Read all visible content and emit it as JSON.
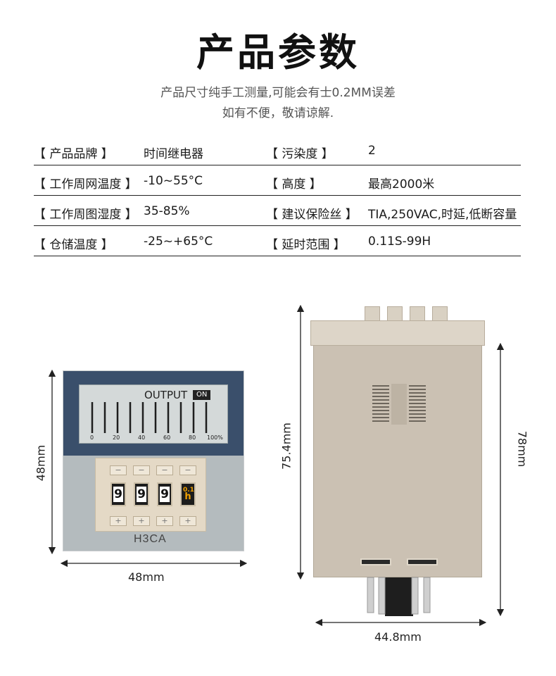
{
  "header": {
    "title": "产品参数",
    "subtitle_line1": "产品尺寸纯手工测量,可能会有士0.2MM误差",
    "subtitle_line2": "如有不便，敬请谅解."
  },
  "specs": [
    {
      "label": "【 产品品牌 】",
      "value": "时间继电器",
      "label2": "【 污染度 】",
      "value2": "2"
    },
    {
      "label": "【 工作周网温度 】",
      "value": "-10~55°C",
      "label2": "【 高度 】",
      "value2": "最高2000米"
    },
    {
      "label": "【 工作周图湿度 】",
      "value": "35-85%",
      "label2": "【 建议保险丝 】",
      "value2": "TIA,250VAC,时延,低断容量"
    },
    {
      "label": "【 仓储温度 】",
      "value": "-25~+65°C",
      "label2": "【 延时范围 】",
      "value2": "0.11S-99H"
    }
  ],
  "front_view": {
    "lcd_label": "OUTPUT",
    "lcd_badge": "ON",
    "scale_labels": [
      "0",
      "20",
      "40",
      "60",
      "80",
      "100%"
    ],
    "digits": [
      "9",
      "9",
      "9"
    ],
    "unit_top": "0.1",
    "unit_bottom": "h",
    "key_minus": "−",
    "key_plus": "+",
    "model": "H3CA",
    "height_label": "48mm",
    "width_label": "48mm"
  },
  "side_view": {
    "height_label": "75.4mm",
    "total_height_label": "78mm",
    "width_label": "44.8mm"
  },
  "colors": {
    "panel_top": "#3a4f6b",
    "panel_bottom": "#b4bbbe",
    "housing": "#cbc1b3",
    "unit_digit": "#f0a000"
  }
}
